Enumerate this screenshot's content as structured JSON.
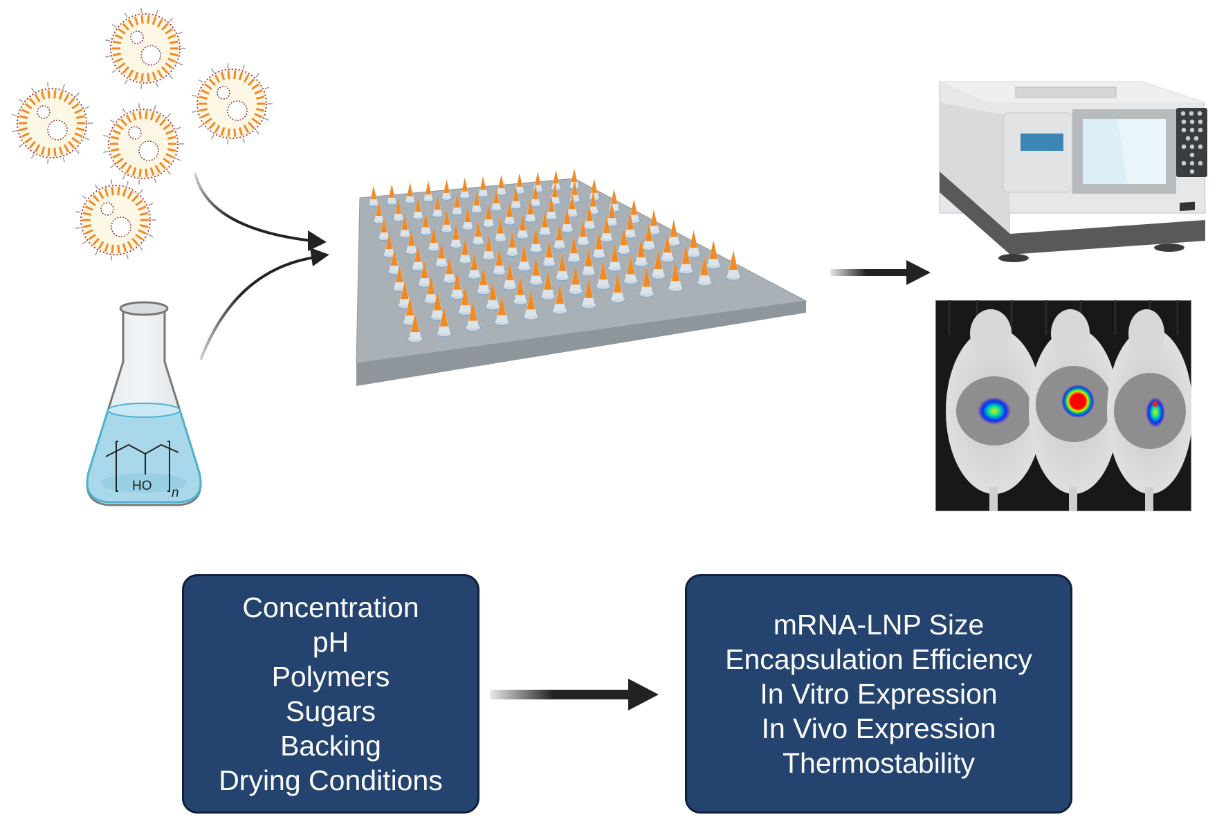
{
  "figure": {
    "title": "Microneedle patch formulation workflow for mRNA-LNP delivery",
    "elements": {
      "lipid_nanoparticles": {
        "icon": "lipid-nanoparticle-icon",
        "count": 5
      },
      "polymer_flask": {
        "icon": "erlenmeyer-flask-icon",
        "monomer_group": "HO",
        "repeat_subscript": "n"
      },
      "microneedle_patch": {
        "icon": "microneedle-array-icon",
        "needle_rows": 9,
        "needle_cols": 12
      },
      "instrument": {
        "icon": "plate-reader-icon"
      },
      "imaging": {
        "icon": "mouse-bioluminescence-image",
        "subjects": 3
      }
    },
    "colors": {
      "box_fill": "#24446f",
      "box_border": "#0e1f3a",
      "arrow": "#222222",
      "needle": "#f08a24",
      "patch": "#a9b0b6",
      "liquid": "#a9d8ea"
    }
  },
  "inputs_box": {
    "lines": [
      "Concentration",
      "pH",
      "Polymers",
      "Sugars",
      "Backing",
      "Drying Conditions"
    ]
  },
  "outputs_box": {
    "lines": [
      "mRNA-LNP Size",
      "Encapsulation Efficiency",
      "In Vitro Expression",
      "In Vivo Expression",
      "Thermostability"
    ]
  }
}
